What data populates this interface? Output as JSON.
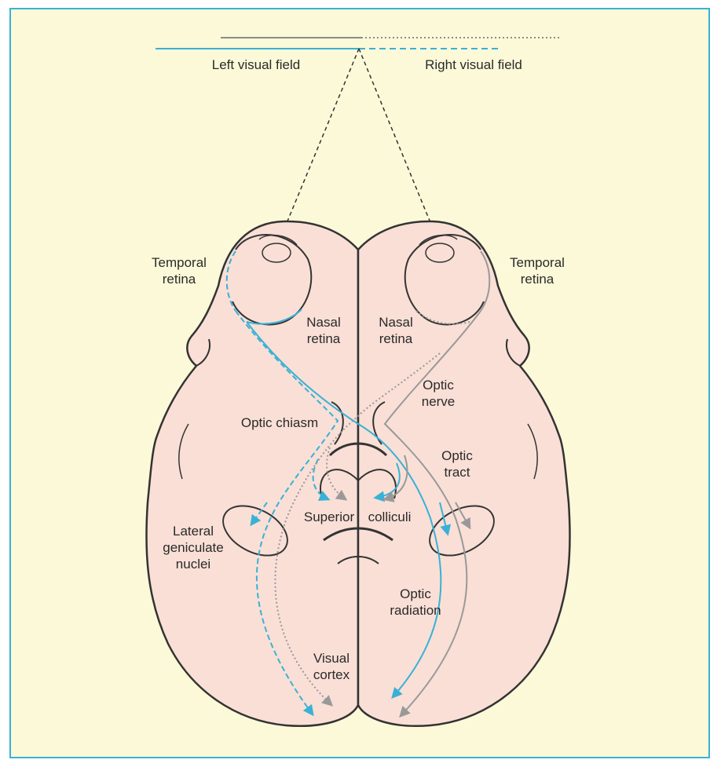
{
  "labels": {
    "left_visual_field": "Left visual field",
    "right_visual_field": "Right visual field",
    "temporal_retina_left": "Temporal\nretina",
    "temporal_retina_right": "Temporal\nretina",
    "nasal_retina_left": "Nasal\nretina",
    "nasal_retina_right": "Nasal\nretina",
    "optic_nerve": "Optic\nnerve",
    "optic_chiasm": "Optic chiasm",
    "optic_tract": "Optic\ntract",
    "superior_colliculi_1": "Superior",
    "superior_colliculi_2": "colliculi",
    "lateral_geniculate_nuclei": "Lateral\ngeniculate\nnuclei",
    "optic_radiation": "Optic\nradiation",
    "visual_cortex": "Visual\ncortex"
  },
  "colors": {
    "frame_border": "#39b1d6",
    "background": "#fbf9d8",
    "brain_fill": "#f9dfd6",
    "outline": "#333333",
    "left_field_pathway": "#39b1d6",
    "right_field_pathway": "#999999"
  }
}
